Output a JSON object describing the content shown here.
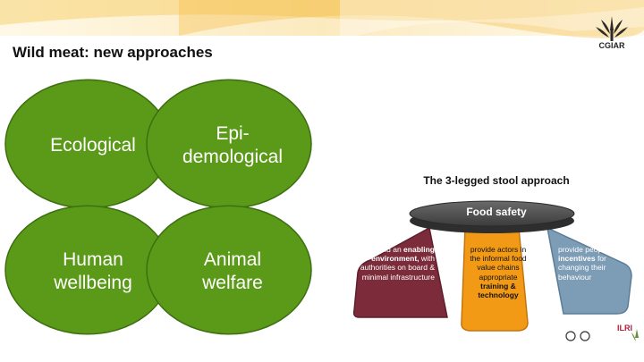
{
  "header": {
    "title": "Wild meat: new approaches",
    "logo_text": "CGIAR"
  },
  "circles": [
    {
      "label_lines": [
        "Ecological"
      ]
    },
    {
      "label_lines": [
        "Epi-",
        "demological"
      ]
    },
    {
      "label_lines": [
        "Human",
        "wellbeing"
      ]
    },
    {
      "label_lines": [
        "Animal",
        "welfare"
      ]
    }
  ],
  "stool": {
    "title": "The 3-legged stool approach",
    "top_label": "Food safety",
    "legs": [
      {
        "pre": "build an ",
        "bold": "enabling environment,",
        "post": " with authorities on board & minimal infrastructure"
      },
      {
        "pre": "provide actors in the informal food value chains appropriate ",
        "bold": "training & technology",
        "post": ""
      },
      {
        "pre": "provide people with ",
        "bold": "incentives",
        "post": " for changing their behaviour"
      }
    ]
  },
  "footer": {
    "ilri": "ILRI"
  },
  "colors": {
    "circle_fill": "#5a9a18",
    "circle_stroke": "#3d6f10",
    "leg1": "#7b2b3a",
    "leg2": "#f29a16",
    "leg3": "#7d9cb6",
    "top": "#4a4a4a"
  }
}
